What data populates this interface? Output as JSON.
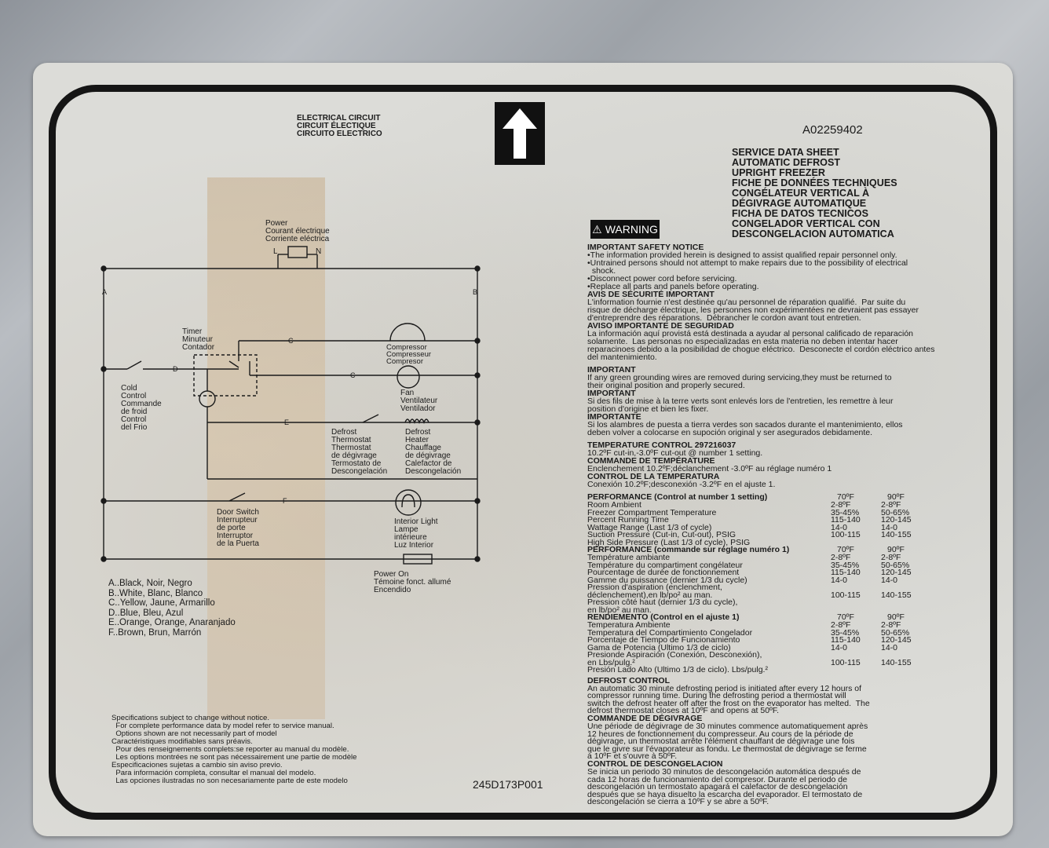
{
  "label": {
    "part_number": "A02259402",
    "bottom_code": "245D173P001",
    "circuit_title": [
      "ELECTRICAL CIRCUIT",
      "CIRCUIT ÉLECTIQUE",
      "CIRCUITO ELECTRICO"
    ],
    "title_lines": [
      "SERVICE DATA SHEET",
      "AUTOMATIC DEFROST",
      "UPRIGHT FREEZER",
      "FICHE DE DONNÉES TECHNIQUES",
      "CONGÉLATEUR VERTICAL À",
      "DÉGIVRAGE AUTOMATIQUE",
      "FICHA DE DATOS TECNICOS",
      "CONGELADOR VERTICAL CON",
      "DESCONGELACION AUTOMATICA"
    ],
    "warning": "WARNING",
    "safety_header": "IMPORTANT SAFETY NOTICE",
    "safety_lines": [
      "•The information provided herein is designed to assist qualified repair personnel only.",
      "•Untrained persons should not attempt to make repairs due to the possibility of electrical",
      "  shock.",
      "•Disconnect power cord before servicing.",
      "•Replace all parts and panels before operating."
    ],
    "avis_header": "AVIS DE SÉCURITÉ IMPORTANT",
    "avis_lines": [
      "L'information fournie n'est destinée qu'au personnel de réparation qualifié.  Par suite du",
      "risque de décharge électrique, les personnes non expérimentées ne devraient pas essayer",
      "d'entreprendre des réparations.  Débrancher le cordon avant tout entretien."
    ],
    "aviso_header": "AVISO IMPORTANTE DE SEGURIDAD",
    "aviso_lines": [
      "La información aquí provistá está destinada a ayudar al personal calificado de reparación",
      "solamente.  Las personas no especializadas en esta materia no deben intentar hacer",
      "reparacinoes debido a la posibilidad de chogue eléctrico.  Desconecte el cordón eléctrico antes",
      "del mantenimiento."
    ],
    "imp1_header": "IMPORTANT",
    "imp1_lines": [
      "If any green grounding wires are removed during servicing,they must be returned to",
      "their original position and properly secured."
    ],
    "imp2_header": "IMPORTANT",
    "imp2_lines": [
      "Si des fils de mise à la terre verts sont enlevés lors de l'entretien, les remettre à leur",
      "position d'origine et bien les fixer."
    ],
    "imp3_header": "IMPORTANTE",
    "imp3_lines": [
      "Si los alambres de puesta a tierra verdes son sacados durante el mantenimiento, ellos",
      "deben volver a colocarse en supoción original y ser asegurados debidamente."
    ],
    "tc_header": "TEMPERATURE CONTROL 297216037",
    "tc_line": "10.2ºF cut-in,-3.0ºF cut-out @ number 1 setting.",
    "ct_header": "COMMANDE DE TEMPÉRATURE",
    "ct_line": "Enclenchement 10.2ºF;déclanchement -3.0ºF au réglage numéro 1",
    "cdt_header": "CONTROL DE LA TEMPERATURA",
    "cdt_line": "Conexión 10.2ºF;desconexión -3.2ºF en el ajuste 1.",
    "perf": [
      {
        "header": "PERFORMANCE (Control at number 1 setting)",
        "h70": "70ºF",
        "h90": "90ºF",
        "rows": [
          [
            "Room Ambient",
            "2-8ºF",
            "2-8ºF"
          ],
          [
            "Freezer Compartment Temperature",
            "35-45%",
            "50-65%"
          ],
          [
            "Percent Running Time",
            "115-140",
            "120-145"
          ],
          [
            "Wattage Range (Last 1/3 of cycle)",
            "14-0",
            "14-0"
          ],
          [
            "Suction Pressure (Cut-in, Cut-out), PSIG",
            "100-115",
            "140-155"
          ],
          [
            "High Side Pressure (Last 1/3 of cycle), PSIG",
            "",
            ""
          ]
        ]
      },
      {
        "header": "PERFORMANCE (commande sur réglage numéro 1)",
        "h70": "70ºF",
        "h90": "90ºF",
        "rows": [
          [
            "Température ambiante",
            "2-8ºF",
            "2-8ºF"
          ],
          [
            "Température du compartiment congélateur",
            "35-45%",
            "50-65%"
          ],
          [
            "Pourcentage de durée de fonctionnement",
            "115-140",
            "120-145"
          ],
          [
            "Gamme du puissance (dernier 1/3 du cycle)",
            "14-0",
            "14-0"
          ],
          [
            "Pression d'aspiration (enclenchment,",
            "",
            ""
          ],
          [
            "déclenchement),en lb/po² au man.",
            "100-115",
            "140-155"
          ],
          [
            "Pression côté haut (dernier 1/3 du cycle),",
            "",
            ""
          ],
          [
            "en lb/po² au man.",
            "",
            ""
          ]
        ]
      },
      {
        "header": "RENDIEMENTO (Control en el ajuste 1)",
        "h70": "70ºF",
        "h90": "90ºF",
        "rows": [
          [
            "Temperatura Ambiente",
            "2-8ºF",
            "2-8ºF"
          ],
          [
            "Temperatura del Compartimiento Congelador",
            "35-45%",
            "50-65%"
          ],
          [
            "Porcentaje de Tiempo de Funcionamiento",
            "115-140",
            "120-145"
          ],
          [
            "Gama de Potencia (Ultimo 1/3 de ciclo)",
            "14-0",
            "14-0"
          ],
          [
            "Presionde Aspiración (Conexión, Desconexión),",
            "",
            ""
          ],
          [
            "en Lbs/pulg.²",
            "100-115",
            "140-155"
          ],
          [
            "Presión Lado Alto (Ultimo 1/3 de ciclo). Lbs/pulg.²",
            "",
            ""
          ]
        ]
      }
    ],
    "defrost": [
      {
        "header": "DEFROST CONTROL",
        "lines": [
          "An automatic 30 minute defrosting period is initiated after every 12 hours of",
          "compressor running time. During the defrosting period a thermostat will",
          "switch the defrost heater off after the frost on the evaporator has melted.  The",
          "defrost thermostat closes at 10ºF and opens at 50ºF."
        ]
      },
      {
        "header": "COMMANDE DE DÉGIVRAGE",
        "lines": [
          "Une période de dégivrage de 30 minutes commence automatiquement après",
          "12 heures de fonctionnement du compresseur. Au cours de la période de",
          "dégivrage, un thermostat arrête l'élément chauffant de dégivrage une fois",
          "que le givre sur l'évaporateur as fondu. Le thermostat de dégivrage se ferme",
          "à 10ºF et s'ouvre à 50ºF."
        ]
      },
      {
        "header": "CONTROL DE DESCONGELACION",
        "lines": [
          "Se inicia un periodo 30 minutos de descongelación automática después de",
          "cada 12 horas de funcionamiento del compresor. Durante el periodo de",
          "descongelación un termostato apagará el calefactor de descongelación",
          "después que se haya disuelto la escarcha del evaporador. El termostato de",
          "descongelación se cierra a 10ºF y se abre a 50ºF."
        ]
      }
    ],
    "spec_lines": [
      "Specifications subject to change without notice.",
      "  For complete performance data by model refer to service manual.",
      "  Options shown are not necessarily part of model",
      "Caractéristiques modifiables sans préavis.",
      "  Pour des renseignements complets:se reporter au manual du modèle.",
      "  Les options montrées ne sont pas nécessairement une partie de modèle",
      "Especificaciones sujetas a cambio sin aviso previo.",
      "  Para información completa, consultar el manual del modelo.",
      "  Las opciones ilustradas no son necesariamente parte de este modelo"
    ],
    "diagram": {
      "power": [
        "Power",
        "Courant électrique",
        "Corriente eléctrica"
      ],
      "l": "L",
      "n": "N",
      "a": "A",
      "b": "B",
      "c1": "C",
      "c2": "C",
      "d": "D",
      "e": "E",
      "f": "F",
      "timer": [
        "Timer",
        "Minuteur",
        "Contador"
      ],
      "compressor": [
        "Compressor",
        "Compresseur",
        "Compresor"
      ],
      "fan": [
        "Fan",
        "Ventilateur",
        "Ventilador"
      ],
      "cold": [
        "Cold",
        "Control",
        "Commande",
        "de froid",
        "Control",
        "del Frio"
      ],
      "defrost_t": [
        "Defrost",
        "Thermostat",
        "Thermostat",
        "de dégivrage",
        "Termostato de",
        "Descongelación"
      ],
      "defrost_h": [
        "Defrost",
        "Heater",
        "Chauffage",
        "de dégivrage",
        "Calefactor de",
        "Descongelación"
      ],
      "door": [
        "Door Switch",
        "Interrupteur",
        "de porte",
        "Interruptor",
        "de la Puerta"
      ],
      "light": [
        "Interior Light",
        "Lampe",
        "intérieure",
        "Luz Interior"
      ],
      "poweron": [
        "Power On",
        "Témoine fonct. allumé",
        "Encendido"
      ],
      "colors": [
        "A..Black, Noir, Negro",
        "B..White, Blanc, Blanco",
        "C..Yellow, Jaune, Armarillo",
        "D..Blue, Bleu, Azul",
        "E..Orange, Orange, Anaranjado",
        "F..Brown, Brun, Marrón"
      ]
    }
  }
}
